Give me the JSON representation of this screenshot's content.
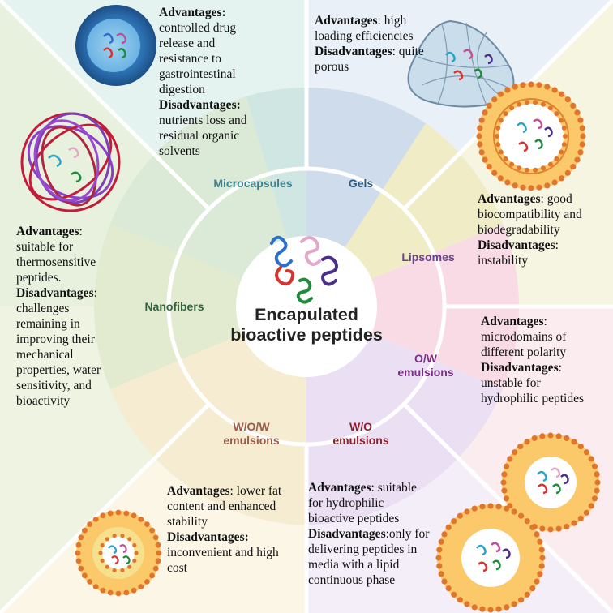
{
  "center": {
    "title_line1": "Encapulated",
    "title_line2": "bioactive peptides"
  },
  "segments": {
    "microcapsules": "Microcapsules",
    "gels": "Gels",
    "lipsomes": "Lipsomes",
    "ow_line1": "O/W",
    "ow_line2": "emulsions",
    "wo_line1": "W/O",
    "wo_line2": "emulsions",
    "wow_line1": "W/O/W",
    "wow_line2": "emulsions",
    "nanofibers": "Nanofibers"
  },
  "colors": {
    "microcapsules": "#3e7f8d",
    "gels": "#2f5a80",
    "lipsomes": "#6a3e8f",
    "ow": "#7e2e86",
    "wo": "#8b1f2a",
    "wow": "#9a5a48",
    "nanofibers": "#34623d"
  },
  "panels": {
    "microcapsules": {
      "adv_label": "Advantages:",
      "adv_text": [
        "controlled drug",
        "release and",
        "resistance to",
        "gastrointestinal",
        "digestion"
      ],
      "dis_label": "Disadvantages:",
      "dis_text": [
        "nutrients loss and",
        "residual organic",
        "solvents"
      ]
    },
    "gels": {
      "adv_label": "Advantages",
      "adv_text": [
        ": high",
        "loading efficiencies"
      ],
      "dis_label": "Disadvantages",
      "dis_text": [
        ": quite",
        "porous"
      ]
    },
    "lipsomes": {
      "adv_label": "Advantages",
      "adv_text": [
        ": good",
        "biocompatibility and",
        "biodegradability"
      ],
      "dis_label": "Disadvantages",
      "dis_text": [
        ":",
        "instability"
      ]
    },
    "ow": {
      "adv_label": "Advantages",
      "adv_text": [
        ":",
        "microdomains of",
        "different polarity"
      ],
      "dis_label": "Disadvantages",
      "dis_text": [
        ":",
        "unstable for",
        "hydrophilic peptides"
      ]
    },
    "wo": {
      "adv_label": "Advantages",
      "adv_text": [
        ":  suitable",
        "for hydrophilic",
        "bioactive peptides"
      ],
      "dis_label": "Disadvantages",
      "dis_text": [
        ":only  for",
        "delivering peptides in",
        "media with a lipid",
        "continuous phase"
      ]
    },
    "wow": {
      "adv_label": "Advantages",
      "adv_text": [
        ": lower fat",
        "content and enhanced",
        "stability"
      ],
      "dis_label": "Disadvantages:",
      "dis_text": [
        "inconvenient and high",
        "cost"
      ]
    },
    "nanofibers": {
      "adv_label": "Advantages",
      "adv_text": [
        ":",
        "suitable for",
        "thermosensitive",
        "peptides."
      ],
      "dis_label": "Disadvantages",
      "dis_text": [
        ":",
        "challenges",
        "remaining in",
        "improving their",
        "mechanical",
        "properties, water",
        "sensitivity, and",
        "bioactivity"
      ]
    }
  }
}
